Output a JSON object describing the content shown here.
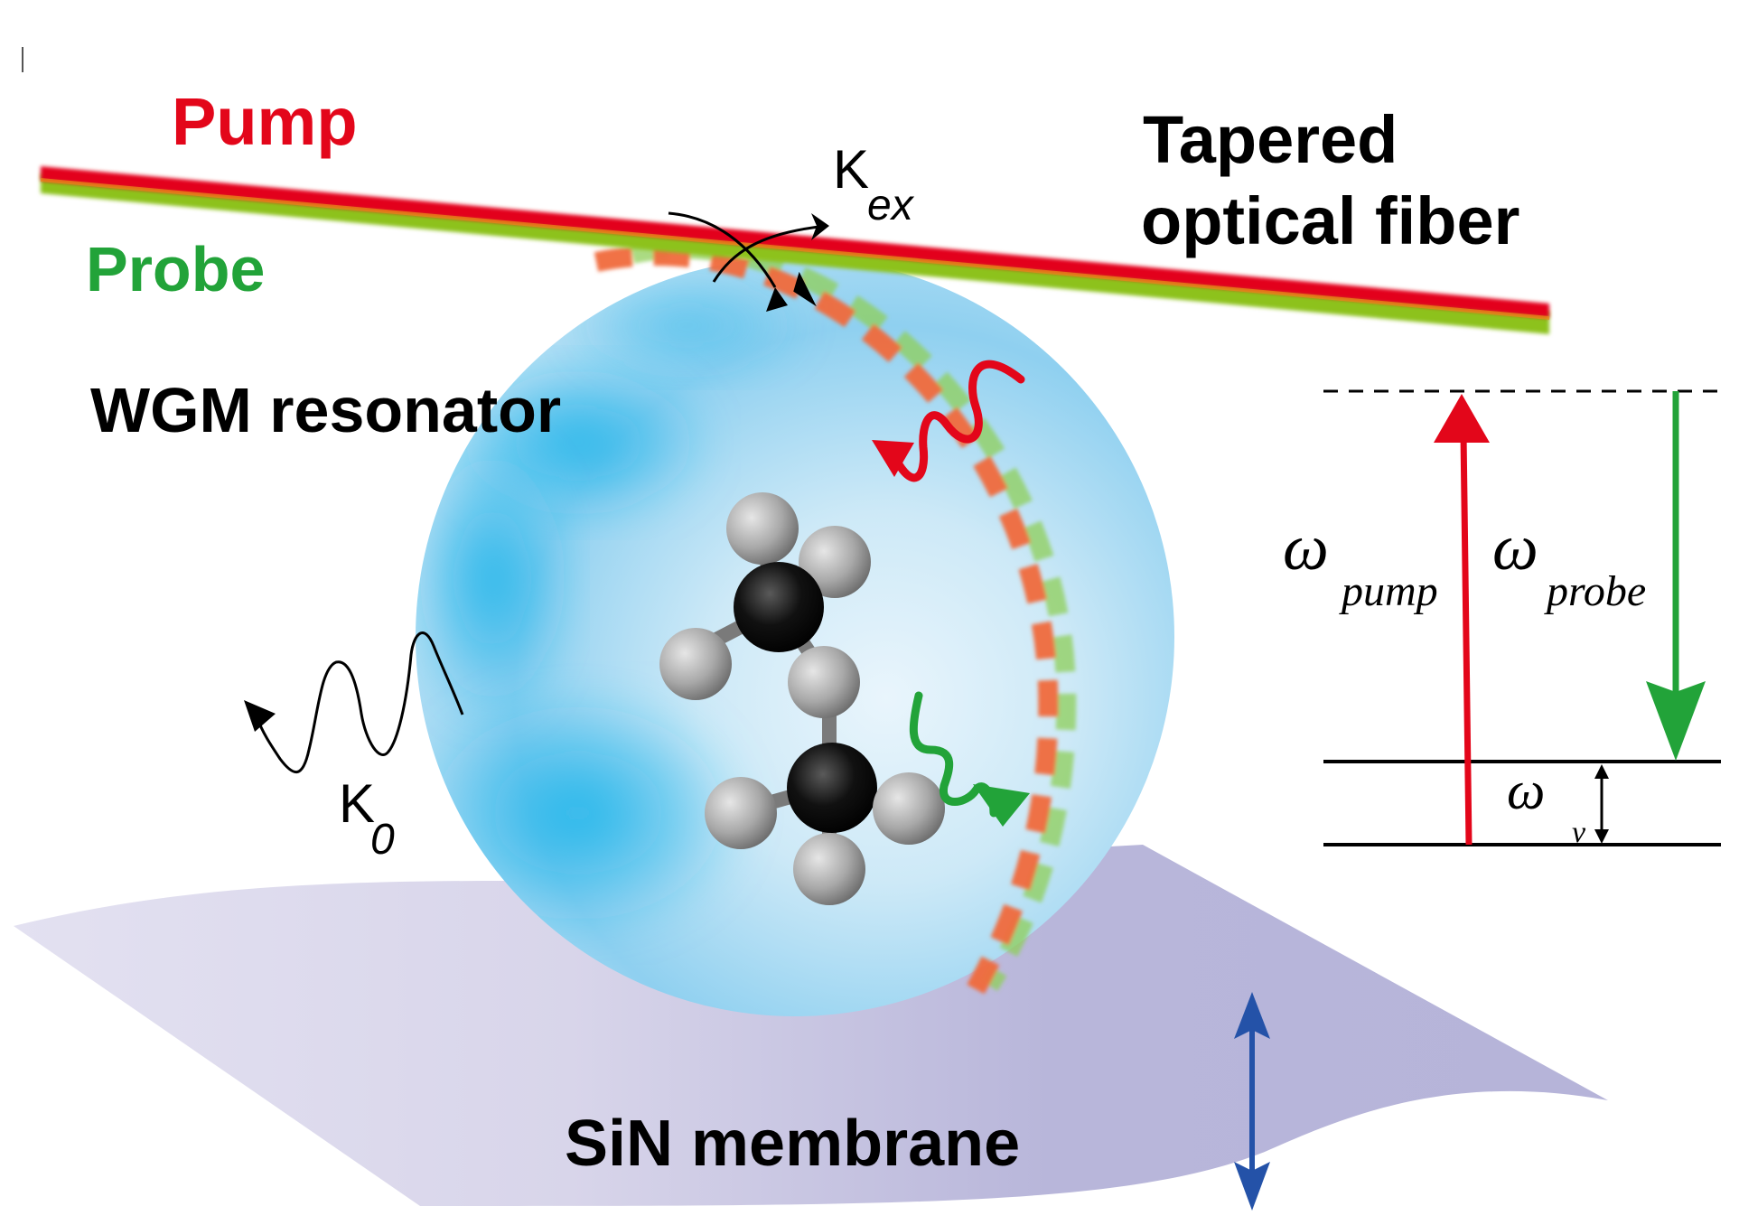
{
  "labels": {
    "pump": "Pump",
    "probe": "Probe",
    "fiber_line1": "Tapered",
    "fiber_line2": "optical fiber",
    "resonator": "WGM resonator",
    "membrane": "SiN membrane",
    "kappa_ex_symbol": "K",
    "kappa_ex_sub": "ex",
    "kappa_0_symbol": "K",
    "kappa_0_sub": "0"
  },
  "energy_diagram": {
    "omega_symbol": "ω",
    "pump_sub": "pump",
    "probe_sub": "probe",
    "vib_sub": "v"
  },
  "icons": {
    "molecule": "ethane-molecule-icon",
    "pump_photon": "wavy-arrow-icon",
    "probe_photon": "wavy-arrow-icon",
    "loss_photon": "wavy-arrow-icon",
    "coupling": "curved-arrows-icon",
    "membrane_motion": "double-arrow-icon"
  },
  "colors": {
    "pump": "#e3061a",
    "probe": "#22a339",
    "probe_fiber": "#8dc21f",
    "mode_dash": "#f06a3c",
    "sphere": "#1fb6ea",
    "membrane": "#b7b5da",
    "motion_arrow": "#2452a8"
  }
}
